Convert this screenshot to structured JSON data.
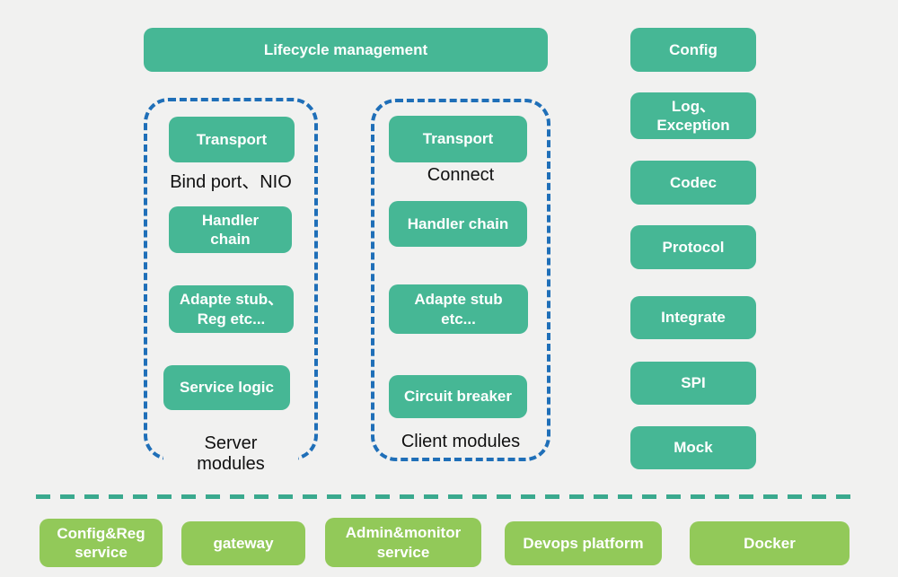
{
  "colors": {
    "background": "#f1f1f0",
    "teal": "#46b795",
    "light_green": "#92c959",
    "dash_blue": "#1f6fb8",
    "divider_teal": "#3aa98e",
    "text_dark": "#111111"
  },
  "lifecycle": {
    "label": "Lifecycle management"
  },
  "server_modules": {
    "label": "Server modules",
    "annotation": "Bind port、NIO",
    "boxes": {
      "transport": "Transport",
      "handler_chain": "Handler\nchain",
      "adapte_stub": "Adapte stub、\nReg etc...",
      "service_logic": "Service logic"
    }
  },
  "client_modules": {
    "label": "Client modules",
    "annotation": "Connect",
    "boxes": {
      "transport": "Transport",
      "handler_chain": "Handler chain",
      "adapte_stub": "Adapte stub\netc...",
      "circuit_breaker": "Circuit breaker"
    }
  },
  "right_column": {
    "items": [
      "Config",
      "Log、\nException",
      "Codec",
      "Protocol",
      "Integrate",
      "SPI",
      "Mock"
    ]
  },
  "infrastructure": {
    "items": [
      "Config&Reg\nservice",
      "gateway",
      "Admin&monitor\nservice",
      "Devops platform",
      "Docker"
    ]
  }
}
